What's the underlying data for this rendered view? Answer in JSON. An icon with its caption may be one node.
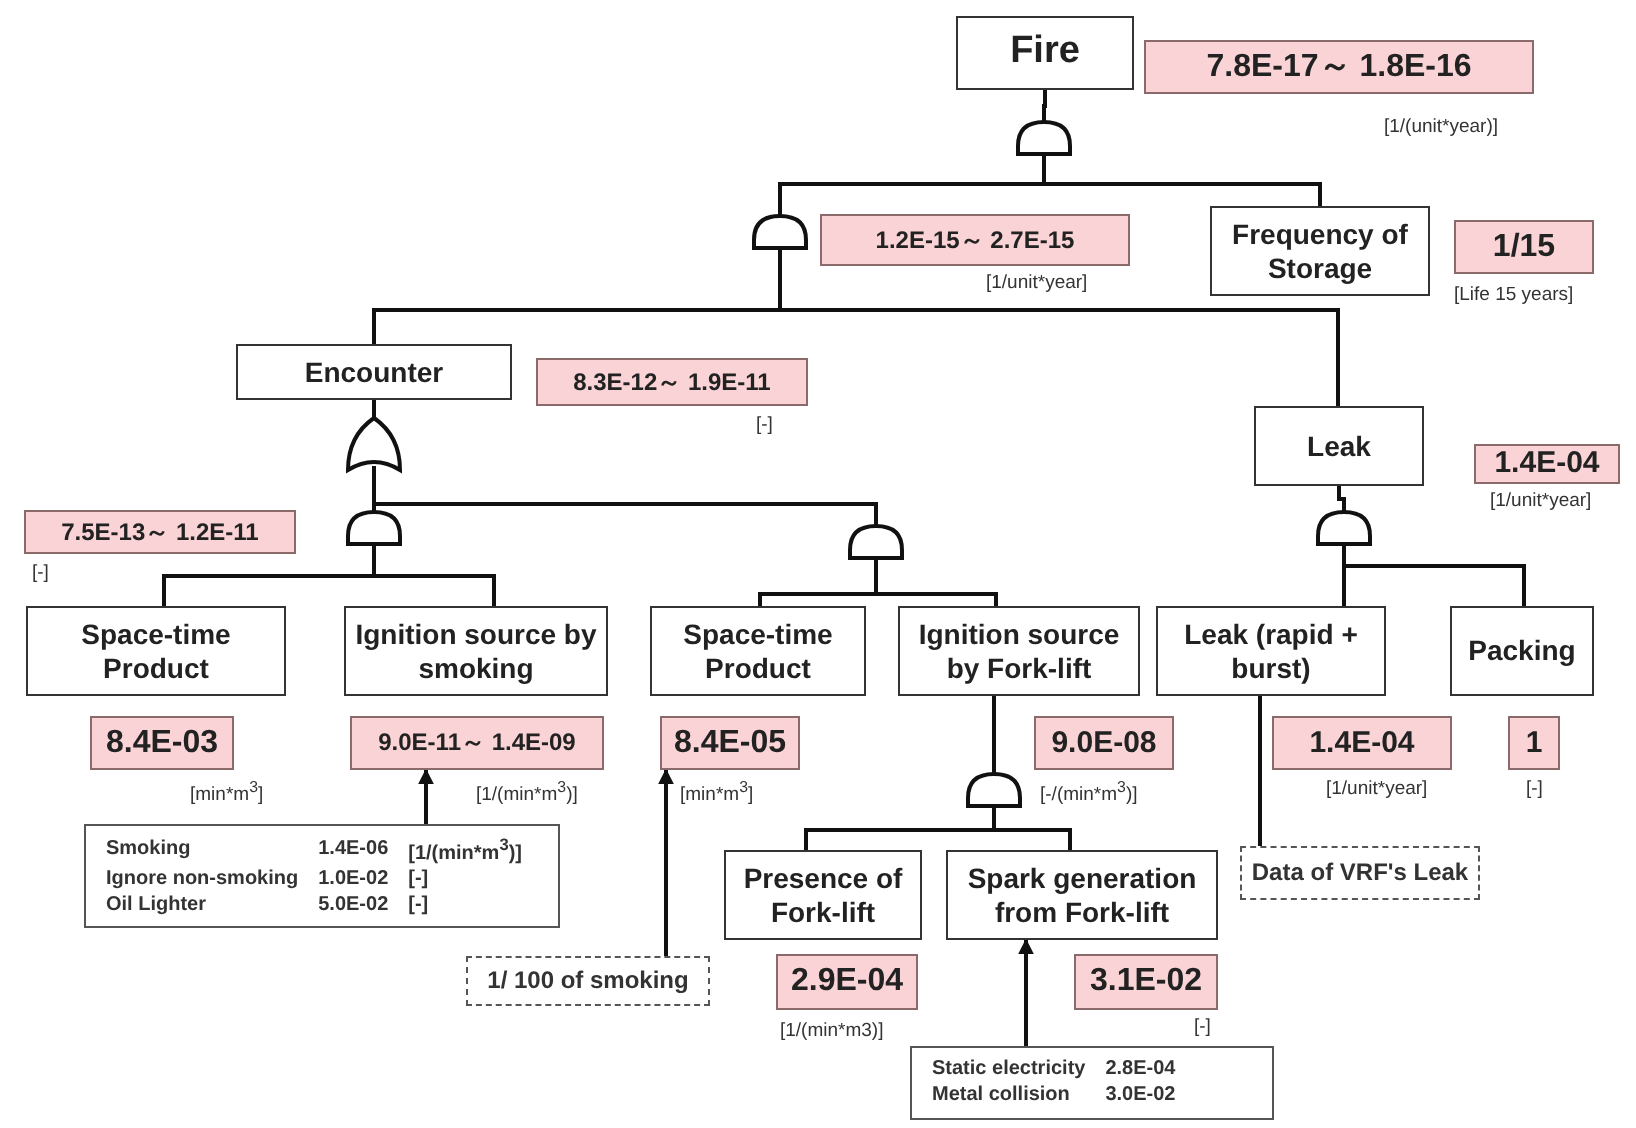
{
  "diagram": {
    "nodes": [
      {
        "text": [
          "Fire"
        ]
      },
      {
        "text": [
          "7.8E-17～ 1.8E-16"
        ],
        "beside": [
          "[1/(unit*year)]"
        ]
      },
      {
        "text": [],
        "shape": "dome"
      },
      {
        "text": [],
        "shape": "dome"
      },
      {
        "text": [
          "1.2E-15～ 2.7E-15"
        ],
        "beside": [
          "[1/unit*year]"
        ]
      },
      {
        "text": [
          "Frequency of Storage"
        ]
      },
      {
        "text": [
          "1/15"
        ],
        "beside": [
          "[Life 15 years]"
        ]
      },
      {
        "text": [
          "Encounter"
        ]
      },
      {
        "text": [
          "8.3E-12～ 1.9E-11"
        ],
        "beside": [
          "[-]"
        ]
      },
      {
        "text": [
          "Leak"
        ]
      },
      {
        "text": [
          "1.4E-04"
        ],
        "beside": [
          "[1/unit*year]"
        ]
      },
      {
        "text": [],
        "shape": "arch"
      },
      {
        "text": [],
        "shape": "dome"
      },
      {
        "text": [
          "7.5E-13～ 1.2E-11"
        ],
        "beside": [
          "[-]"
        ]
      },
      {
        "text": [],
        "shape": "dome"
      },
      {
        "text": [],
        "shape": "dome"
      },
      {
        "text": [
          "Space-time Product"
        ]
      },
      {
        "text": [
          "Ignition source by smoking"
        ]
      },
      {
        "text": [
          "Space-time Product"
        ]
      },
      {
        "text": [
          "Ignition source by Fork-lift"
        ]
      },
      {
        "text": [
          "Leak (rapid + burst)"
        ]
      },
      {
        "text": [
          "Packing"
        ]
      },
      {
        "text": [
          "8.4E-03"
        ],
        "beside": [
          "[min*m$^{3}$]"
        ]
      },
      {
        "text": [
          "9.0E-11～ 1.4E-09"
        ],
        "beside": [
          "[1/(min*m$^{3}$)]"
        ]
      },
      {
        "text": [
          "8.4E-05"
        ],
        "beside": [
          "[min*m$^{3}$]"
        ]
      },
      {
        "text": [
          "9.0E-08"
        ],
        "beside": [
          "[-/(min*m$^{3}$)]"
        ]
      },
      {
        "text": [
          "1.4E-04"
        ],
        "beside": [
          "[1/unit*year]"
        ]
      },
      {
        "text": [
          "1"
        ],
        "beside": [
          "[-]"
        ]
      },
      {
        "text": [],
        "shape": "dome"
      },
      {
        "text": [
          "Smoking",
          "1.4E-06",
          "[1/(min*m$^{3}$)]",
          "Ignore non-smoking",
          "1.0E-02",
          "[-]",
          "Oil Lighter",
          "5.0E-02",
          "[-]"
        ]
      },
      {
        "text": [
          "Data of VRF's Leak"
        ]
      },
      {
        "text": [
          "Presence of Fork-lift"
        ]
      },
      {
        "text": [
          "Spark generation from Fork-lift"
        ]
      },
      {
        "text": [
          "1/ 100 of smoking"
        ]
      },
      {
        "text": [
          "2.9E-04"
        ],
        "beside": [
          "[1/(min*m3)]"
        ]
      },
      {
        "text": [
          "3.1E-02"
        ],
        "beside": [
          "[-]"
        ]
      },
      {
        "text": [
          "Static electricity",
          "2.8E-04",
          "Metal collision",
          "3.0E-02"
        ]
      }
    ],
    "edges": [
      {
        "from": 0,
        "to": 2,
        "arrow": "none"
      },
      {
        "from": 2,
        "to": 3,
        "arrow": "none"
      },
      {
        "from": 2,
        "to": 5,
        "arrow": "none"
      },
      {
        "from": 3,
        "to": 7,
        "arrow": "none"
      },
      {
        "from": 3,
        "to": 9,
        "arrow": "none"
      },
      {
        "from": 7,
        "to": 11,
        "arrow": "none"
      },
      {
        "from": 11,
        "to": 12,
        "arrow": "none"
      },
      {
        "from": 11,
        "to": 14,
        "arrow": "none"
      },
      {
        "from": 12,
        "to": 16,
        "arrow": "none"
      },
      {
        "from": 12,
        "to": 17,
        "arrow": "none"
      },
      {
        "from": 14,
        "to": 18,
        "arrow": "none"
      },
      {
        "from": 14,
        "to": 19,
        "arrow": "none"
      },
      {
        "from": 9,
        "to": 15,
        "arrow": "none"
      },
      {
        "from": 15,
        "to": 20,
        "arrow": "none"
      },
      {
        "from": 15,
        "to": 21,
        "arrow": "none"
      },
      {
        "from": 19,
        "to": 28,
        "arrow": "none"
      },
      {
        "from": 28,
        "to": 31,
        "arrow": "none"
      },
      {
        "from": 28,
        "to": 32,
        "arrow": "none"
      },
      {
        "from": 29,
        "to": 23,
        "arrow": "to"
      },
      {
        "from": 33,
        "to": 24,
        "arrow": "to"
      },
      {
        "from": 30,
        "to": 20,
        "arrow": "none"
      },
      {
        "from": 36,
        "to": 32,
        "arrow": "to"
      }
    ]
  }
}
